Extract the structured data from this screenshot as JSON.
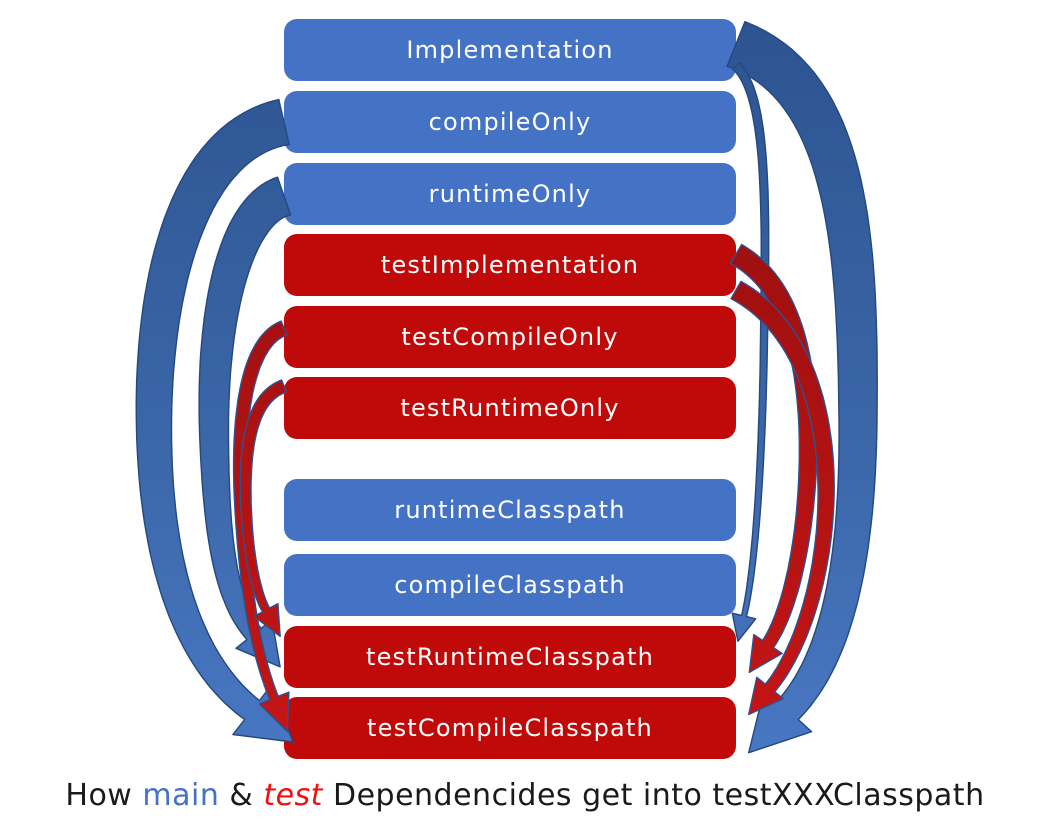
{
  "diagram": {
    "boxes": [
      {
        "id": "implementation",
        "label": "Implementation",
        "color": "blue"
      },
      {
        "id": "compileOnly",
        "label": "compileOnly",
        "color": "blue"
      },
      {
        "id": "runtimeOnly",
        "label": "runtimeOnly",
        "color": "blue"
      },
      {
        "id": "testImplementation",
        "label": "testImplementation",
        "color": "red"
      },
      {
        "id": "testCompileOnly",
        "label": "testCompileOnly",
        "color": "red"
      },
      {
        "id": "testRuntimeOnly",
        "label": "testRuntimeOnly",
        "color": "red"
      },
      {
        "id": "runtimeClasspath",
        "label": "runtimeClasspath",
        "color": "blue"
      },
      {
        "id": "compileClasspath",
        "label": "compileClasspath",
        "color": "blue"
      },
      {
        "id": "testRuntimeClasspath",
        "label": "testRuntimeClasspath",
        "color": "red"
      },
      {
        "id": "testCompileClasspath",
        "label": "testCompileClasspath",
        "color": "red"
      }
    ],
    "arrows": [
      {
        "from": "compileOnly",
        "to": "testCompileClasspath",
        "color": "blue",
        "side": "left"
      },
      {
        "from": "runtimeOnly",
        "to": "testRuntimeClasspath",
        "color": "blue",
        "side": "left"
      },
      {
        "from": "implementation",
        "to": "testCompileClasspath",
        "color": "blue",
        "side": "right"
      },
      {
        "from": "implementation",
        "to": "testRuntimeClasspath",
        "color": "blue",
        "side": "right"
      },
      {
        "from": "testImplementation",
        "to": "testRuntimeClasspath",
        "color": "red",
        "side": "right"
      },
      {
        "from": "testImplementation",
        "to": "testCompileClasspath",
        "color": "red",
        "side": "right"
      },
      {
        "from": "testCompileOnly",
        "to": "testCompileClasspath",
        "color": "red",
        "side": "left"
      },
      {
        "from": "testRuntimeOnly",
        "to": "testRuntimeClasspath",
        "color": "red",
        "side": "left"
      }
    ],
    "colors": {
      "blue_box": "#4472C4",
      "red_box": "#C00A0A",
      "blue_arrow_light": "#4B7BC8",
      "blue_arrow_dark": "#2C5390",
      "blue_arrow_outline": "#24487F",
      "red_arrow_light": "#CC1616",
      "red_arrow_dark": "#8C0D0D",
      "red_arrow_outline": "#2D5390",
      "box_text": "#FFFFFF"
    }
  },
  "caption": {
    "segments": [
      {
        "text": "How ",
        "color": "#1a1a1a",
        "style": "normal"
      },
      {
        "text": "main",
        "color": "#4472C4",
        "style": "normal"
      },
      {
        "text": " & ",
        "color": "#1a1a1a",
        "style": "normal"
      },
      {
        "text": "test",
        "color": "#EE1111",
        "style": "italic"
      },
      {
        "text": " Dependencides get into testXXXClasspath",
        "color": "#1a1a1a",
        "style": "normal"
      }
    ]
  }
}
